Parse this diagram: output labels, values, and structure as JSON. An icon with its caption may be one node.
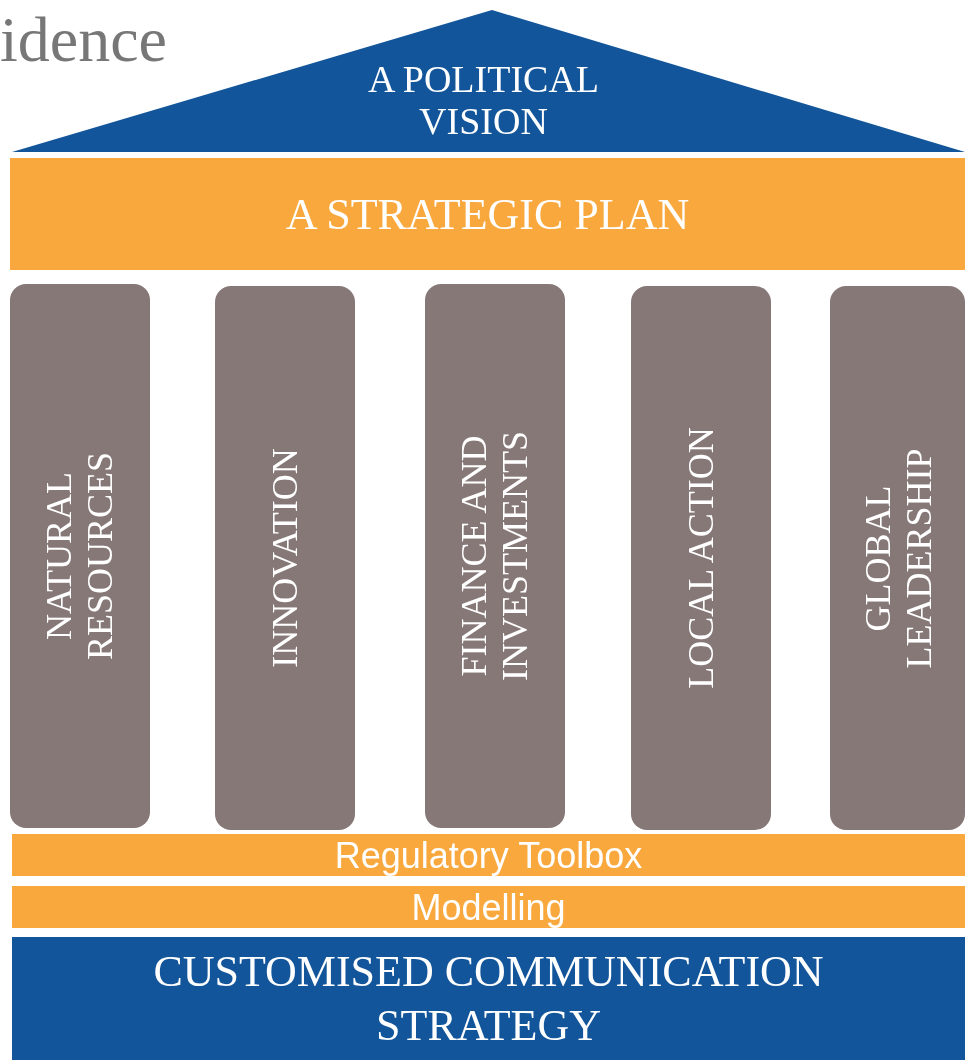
{
  "diagram": {
    "nodes": [
      {
        "text": [
          "A POLITICAL VISION"
        ]
      },
      {
        "text": [
          "A STRATEGIC PLAN"
        ]
      },
      {
        "text": [
          "NATURAL RESOURCES"
        ]
      },
      {
        "text": [
          "INNOVATION"
        ]
      },
      {
        "text": [
          "FINANCE AND INVESTMENTS"
        ]
      },
      {
        "text": [
          "LOCAL ACTION"
        ]
      },
      {
        "text": [
          "GLOBAL LEADERSHIP"
        ]
      },
      {
        "text": [
          "Regulatory Toolbox"
        ]
      },
      {
        "text": [
          "Modelling"
        ]
      },
      {
        "text": [
          "CUSTOMISED COMMUNICATION STRATEGY"
        ]
      }
    ],
    "edges": [],
    "labels": [
      "idence"
    ]
  }
}
